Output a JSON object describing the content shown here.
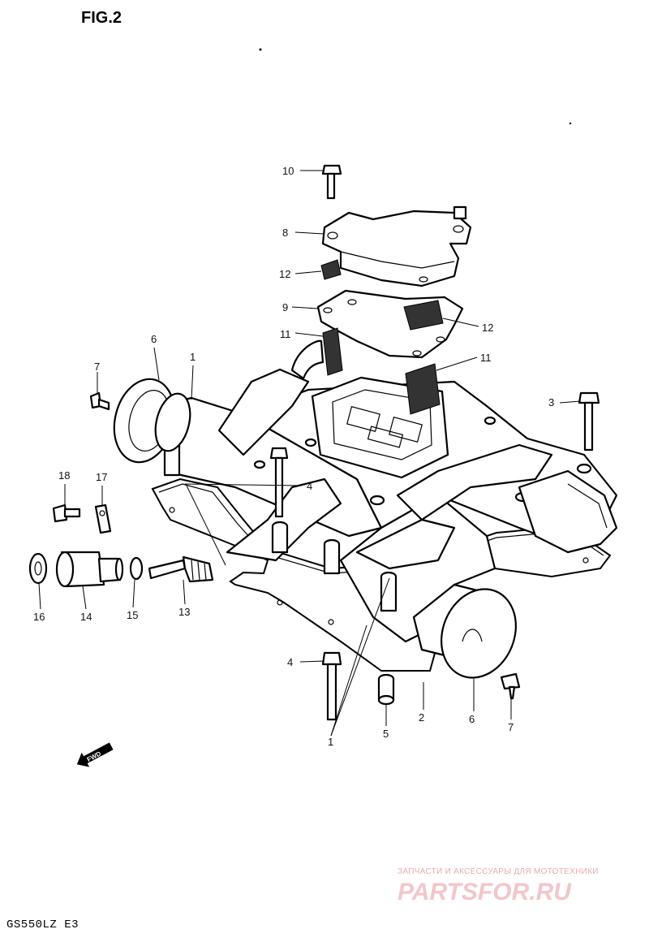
{
  "figure": {
    "title": "FIG.2",
    "model": "GS550LZ  E3"
  },
  "arrow_label": "FWD",
  "callouts": {
    "c10": "10",
    "c8": "8",
    "c12a": "12",
    "c9": "9",
    "c12b": "12",
    "c11a": "11",
    "c11b": "11",
    "c6a": "6",
    "c1a": "1",
    "c7a": "7",
    "c3": "3",
    "c4a": "4",
    "c18": "18",
    "c17": "17",
    "c16": "16",
    "c14": "14",
    "c15": "15",
    "c13": "13",
    "c4b": "4",
    "c5": "5",
    "c2": "2",
    "c6b": "6",
    "c7b": "7",
    "c1b": "1"
  },
  "watermark": {
    "tagline": "ЗАПЧАСТИ И АКСЕССУАРЫ ДЛЯ МОТОТЕХНИКИ",
    "logo": "PARTSFOR.RU"
  }
}
